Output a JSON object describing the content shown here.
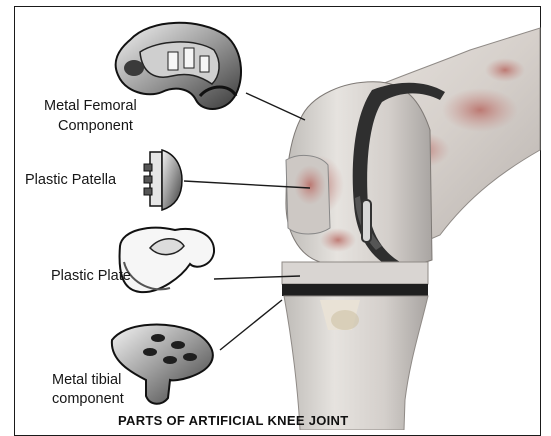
{
  "labels": {
    "femoral_line1": "Metal Femoral",
    "femoral_line2": "Component",
    "patella": "Plastic Patella",
    "plate": "Plastic Plate",
    "tibial_line1": "Metal tibial",
    "tibial_line2": "component"
  },
  "caption": "PARTS OF ARTIFICIAL KNEE JOINT",
  "colors": {
    "bone": "#d9d6d2",
    "bone_shadow": "#9c9896",
    "blood": "#b56a66",
    "metal_dark": "#2f2f2f",
    "plastic": "#f2f2f2",
    "line": "#1a1a1a"
  }
}
